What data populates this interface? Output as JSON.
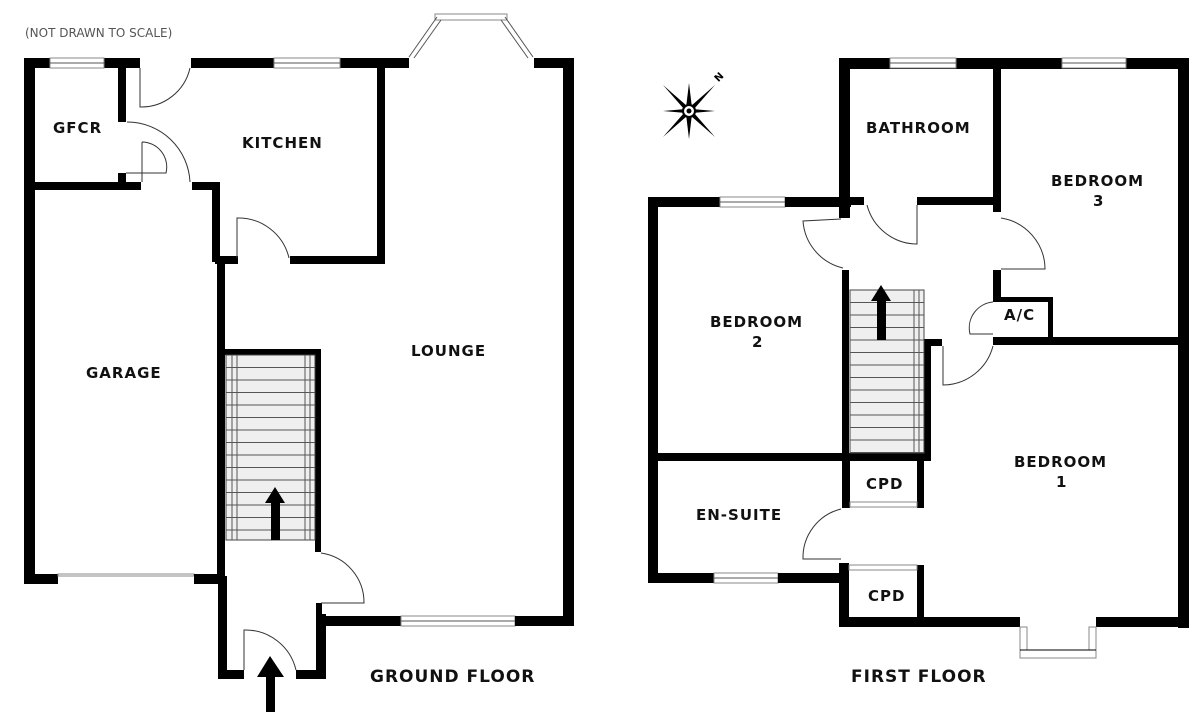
{
  "note": "(NOT DRAWN TO SCALE)",
  "ground_floor": {
    "title": "GROUND FLOOR",
    "rooms": {
      "gfcr": "GFCR",
      "kitchen": "KITCHEN",
      "garage": "GARAGE",
      "lounge": "LOUNGE"
    }
  },
  "first_floor": {
    "title": "FIRST FLOOR",
    "rooms": {
      "bathroom": "BATHROOM",
      "bedroom3_line1": "BEDROOM",
      "bedroom3_line2": "3",
      "bedroom2_line1": "BEDROOM",
      "bedroom2_line2": "2",
      "ac": "A/C",
      "bedroom1_line1": "BEDROOM",
      "bedroom1_line2": "1",
      "ensuite": "EN-SUITE",
      "cpd_upper": "CPD",
      "cpd_lower": "CPD"
    }
  },
  "compass": {
    "label": "N",
    "icon": "compass-rose-icon"
  }
}
